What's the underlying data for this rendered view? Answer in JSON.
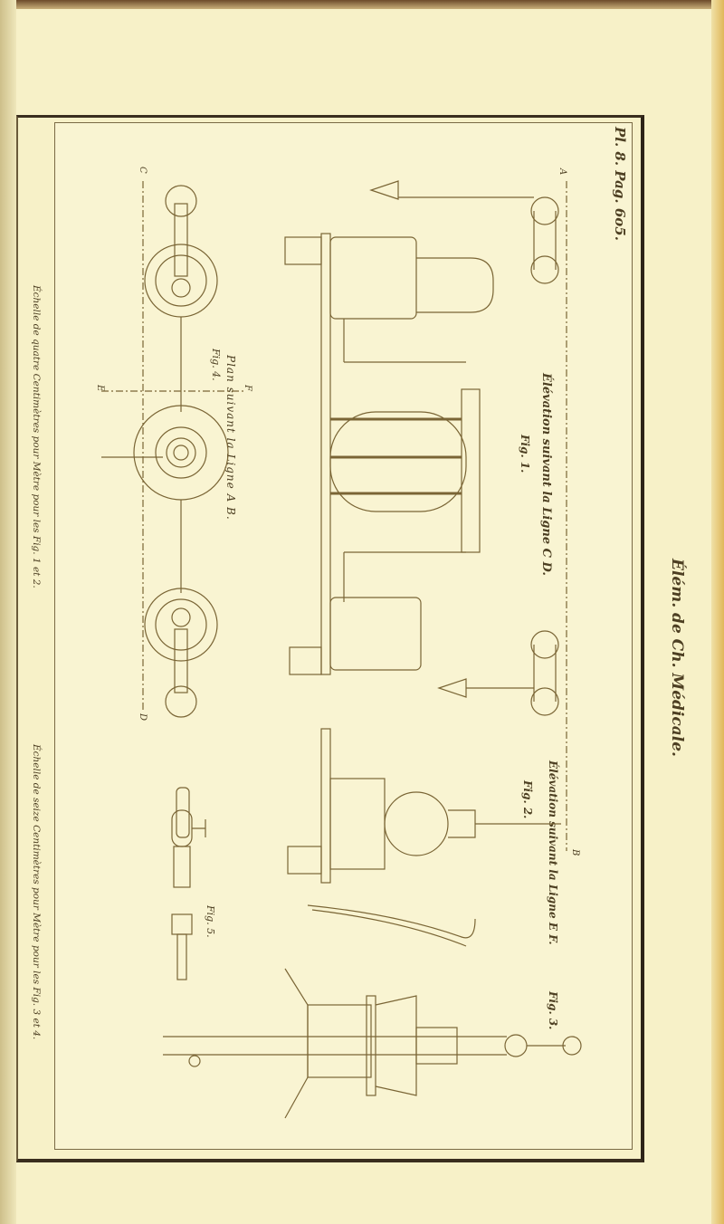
{
  "header": {
    "plate_ref": "Pl. 8. Pag. 6o5.",
    "book_title": "Élém. de Ch. Médicale."
  },
  "figures": {
    "fig1_caption": "Élévation suivant la Ligne C D.",
    "fig1_label": "Fig. 1.",
    "fig2_caption": "Élévation suivant la Ligne E F.",
    "fig2_label": "Fig. 2.",
    "fig3_label": "Fig. 3.",
    "fig4_caption": "Plan suivant la Ligne A B.",
    "fig4_label": "Fig. 4.",
    "fig5_label": "Fig. 5."
  },
  "section_letters": {
    "a": "A",
    "b": "B",
    "c": "C",
    "d": "D",
    "e": "E",
    "f": "F"
  },
  "scales": {
    "scale1": "Échelle de quatre Centimètres pour Mètre pour les Fig. 1 et 2.",
    "scale2": "Échelle de seize Centimètres pour Mètre pour les Fig. 3 et 4."
  },
  "colors": {
    "paper": "#f7f1c8",
    "ink": "#6b5a30"
  }
}
